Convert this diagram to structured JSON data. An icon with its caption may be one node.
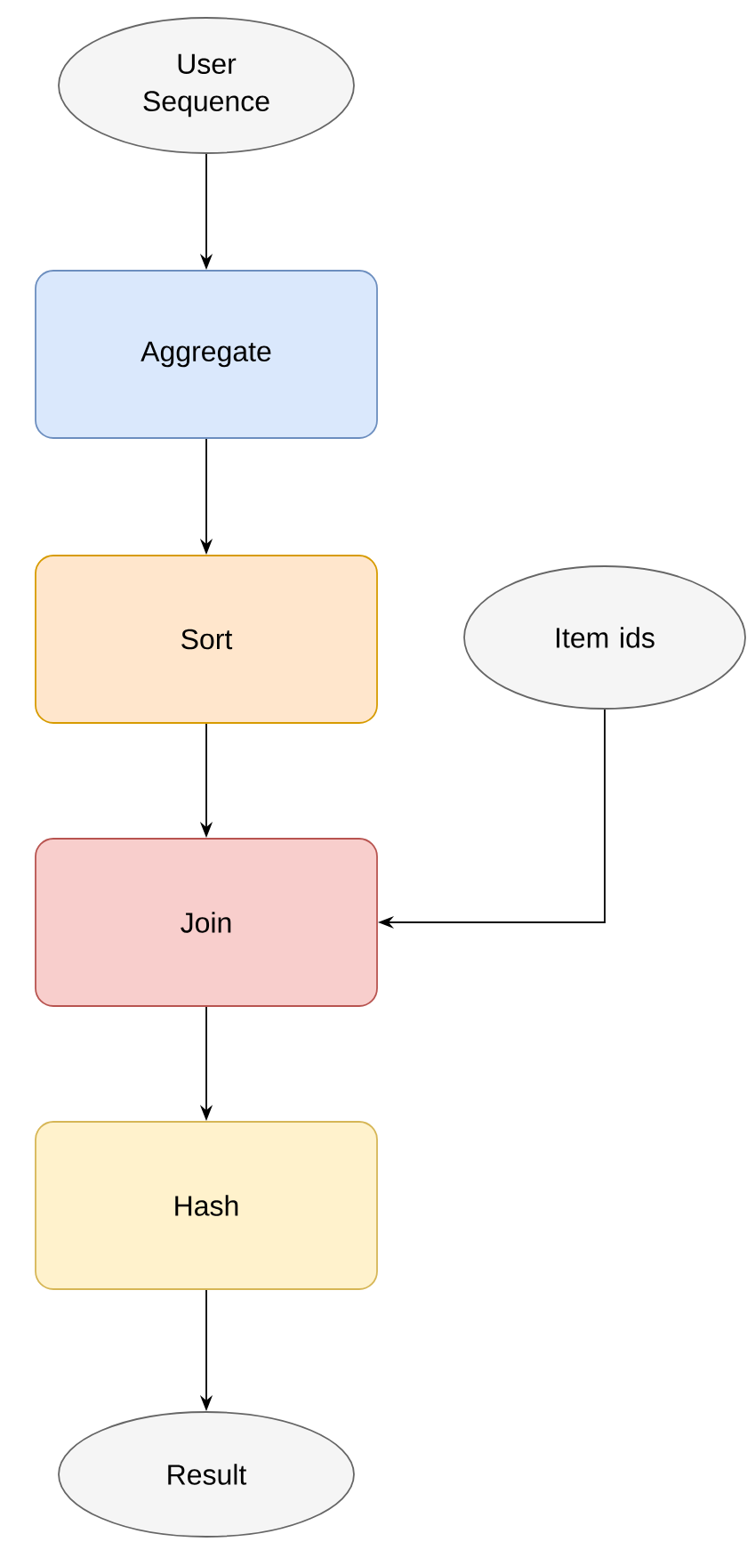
{
  "diagram": {
    "nodes": [
      {
        "text": [
          "User Sequence"
        ]
      },
      {
        "text": [
          "Aggregate"
        ]
      },
      {
        "text": [
          "Sort"
        ]
      },
      {
        "text": [
          "Item ids"
        ]
      },
      {
        "text": [
          "Join"
        ]
      },
      {
        "text": [
          "Hash"
        ]
      },
      {
        "text": [
          "Result"
        ]
      }
    ],
    "edges": [
      {
        "from": 0,
        "to": 1,
        "arrow": "to"
      },
      {
        "from": 1,
        "to": 2,
        "arrow": "to"
      },
      {
        "from": 2,
        "to": 4,
        "arrow": "to"
      },
      {
        "from": 3,
        "to": 4,
        "arrow": "to"
      },
      {
        "from": 4,
        "to": 5,
        "arrow": "to"
      },
      {
        "from": 5,
        "to": 6,
        "arrow": "to"
      }
    ]
  }
}
